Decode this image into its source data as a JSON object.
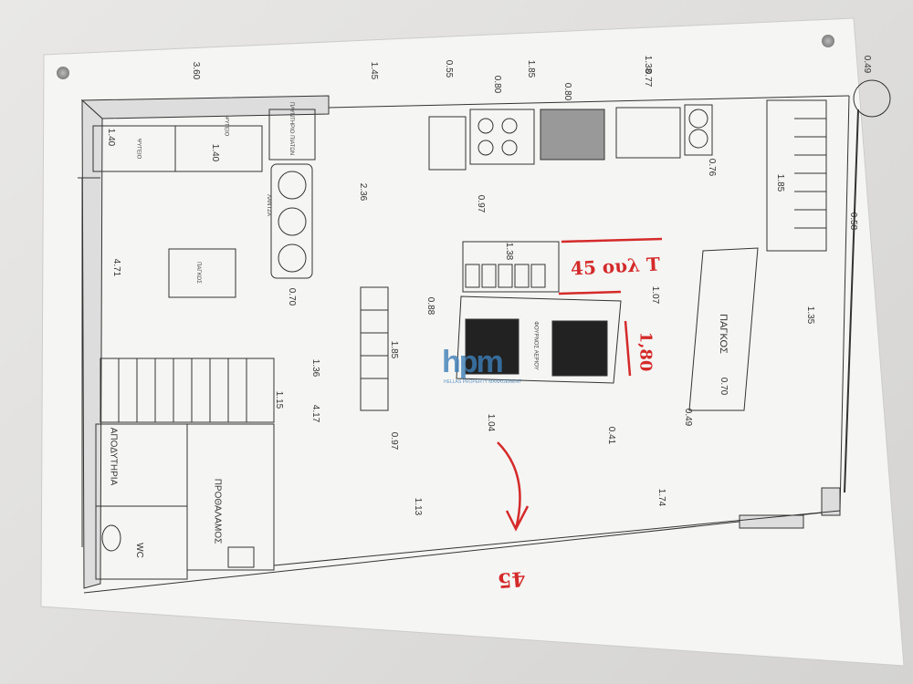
{
  "plan": {
    "dimensions_top": [
      "3.60",
      "1.45",
      "0.55",
      "0.80",
      "1.85",
      "0.80",
      "1.38",
      "0.77",
      "0.49"
    ],
    "dimensions_inner": [
      "1.40",
      "1.40",
      "4.71",
      "2.36",
      "0.70",
      "0.97",
      "1.38",
      "0.88",
      "1.07",
      "1.85",
      "1.36",
      "1.15",
      "4.17",
      "0.76",
      "1.85",
      "0.58",
      "1.35",
      "0.70",
      "0.49",
      "0.41",
      "1.04",
      "0.97",
      "1.74",
      "1.13"
    ],
    "rooms": {
      "fridge_1": "ΨΥΓΕΙΟ",
      "fridge_2": "ΨΥΓΕΙΟ",
      "dishwasher": "ΠΛΥΝΤΗΡΙΟ ΠΙΑΤΩΝ",
      "sink": "ΛΑΝΤΖΑ",
      "counter_left": "ΠΑΓΚΟΣ",
      "oven": "ΦΟΥΡΝΟΣ ΑΕΡΙΟΥ",
      "counter_right": "ΠΑΓΚΟΣ",
      "changing_room": "ΑΠΟΔΥΤΗΡΙΑ",
      "anteroom": "ΠΡΟΘΑΛΑΜΟΣ",
      "wc": "WC"
    },
    "handwritten": {
      "note": "45 ουλ Τ",
      "height": "1,80",
      "bottom": "45"
    },
    "watermark": {
      "logo": "hpm",
      "text": "HELLAS PROPERTY MANAGEMENT"
    }
  },
  "colors": {
    "ink": "#333333",
    "red_pen": "#d42a2a",
    "paper": "#f6f6f4"
  }
}
